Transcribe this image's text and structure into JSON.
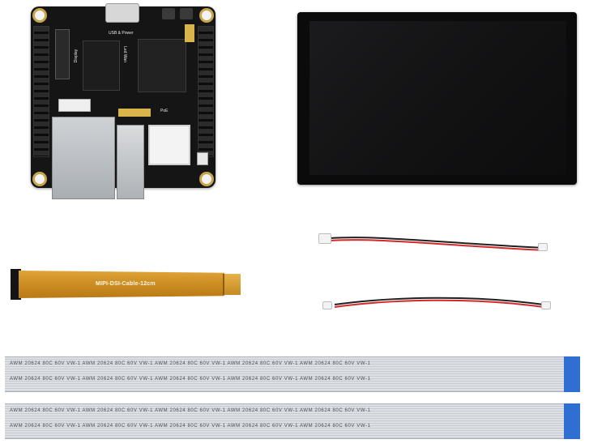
{
  "board": {
    "usb_label": "USB & Power",
    "poe_label": "PoE",
    "silk_label_a": "Display",
    "silk_label_b": "Led Wan"
  },
  "mipi_cable": {
    "label": "MIPI-DSI-Cable-12cm"
  },
  "ribbon": {
    "text": "AWM 20624 80C 60V VW-1   AWM 20624 80C 60V VW-1   AWM 20624 80C 60V VW-1   AWM 20624 80C 60V VW-1   AWM 20624 80C 60V VW-1"
  }
}
